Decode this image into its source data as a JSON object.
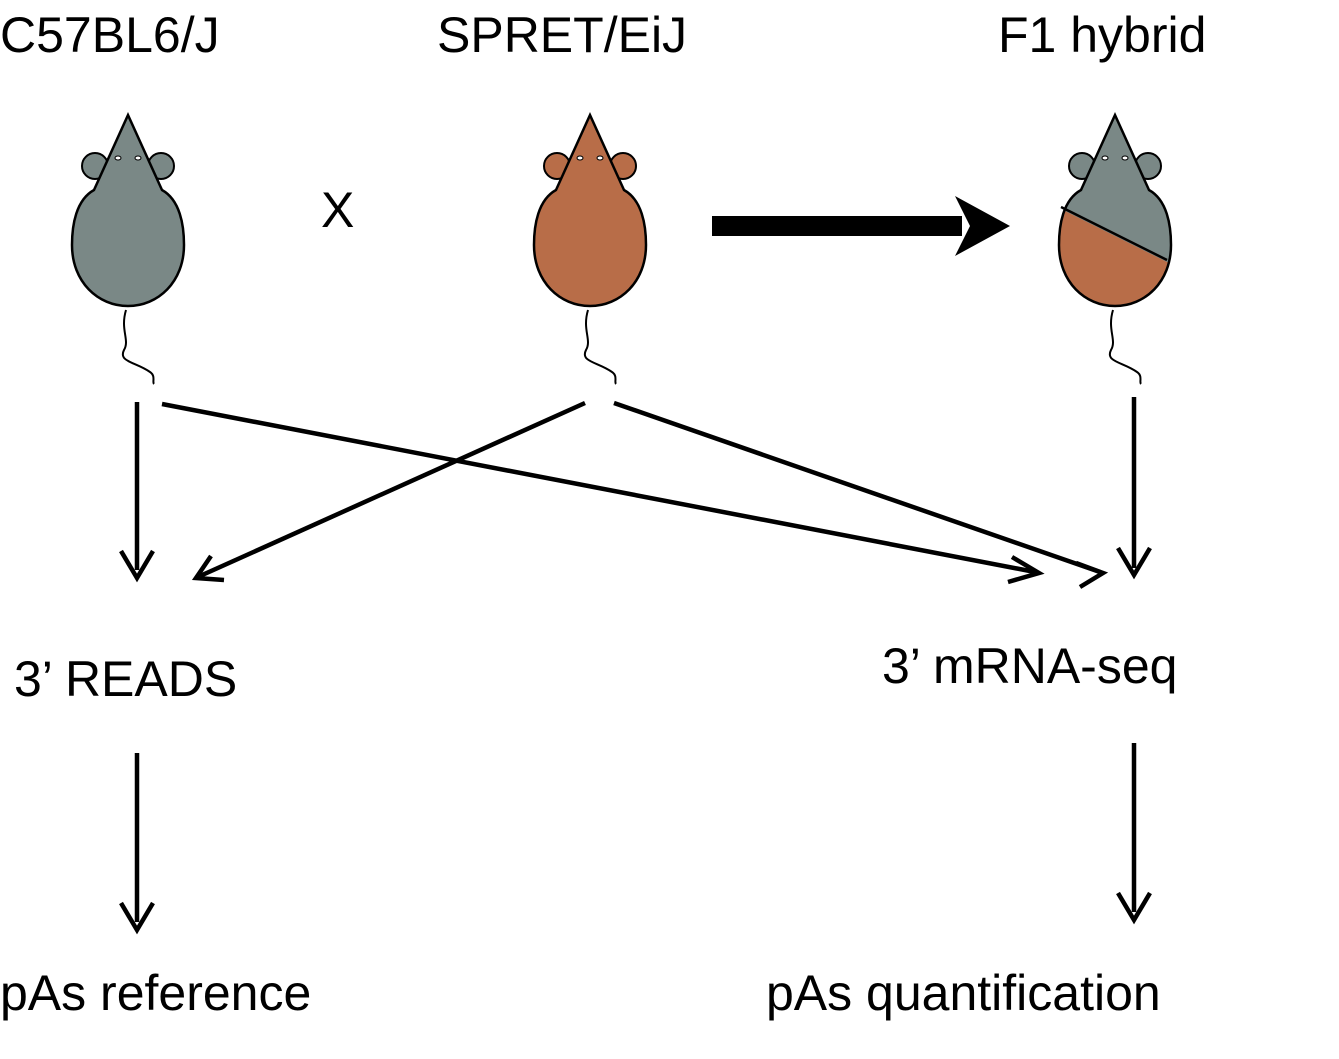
{
  "labels": {
    "strain_left": "C57BL6/J",
    "strain_middle": "SPRET/EiJ",
    "strain_right": "F1 hybrid",
    "cross_symbol": "X",
    "method_left": "3’ READS",
    "method_right": "3’ mRNA-seq",
    "output_left": "pAs reference",
    "output_right": "pAs quantification"
  },
  "colors": {
    "c57_mouse": "#7a8886",
    "spret_mouse": "#b86d48",
    "outline": "#000000",
    "arrow": "#000000"
  },
  "icons": {
    "mouse_left": "mouse-icon",
    "mouse_middle": "mouse-icon",
    "mouse_right": "hybrid-mouse-icon"
  }
}
